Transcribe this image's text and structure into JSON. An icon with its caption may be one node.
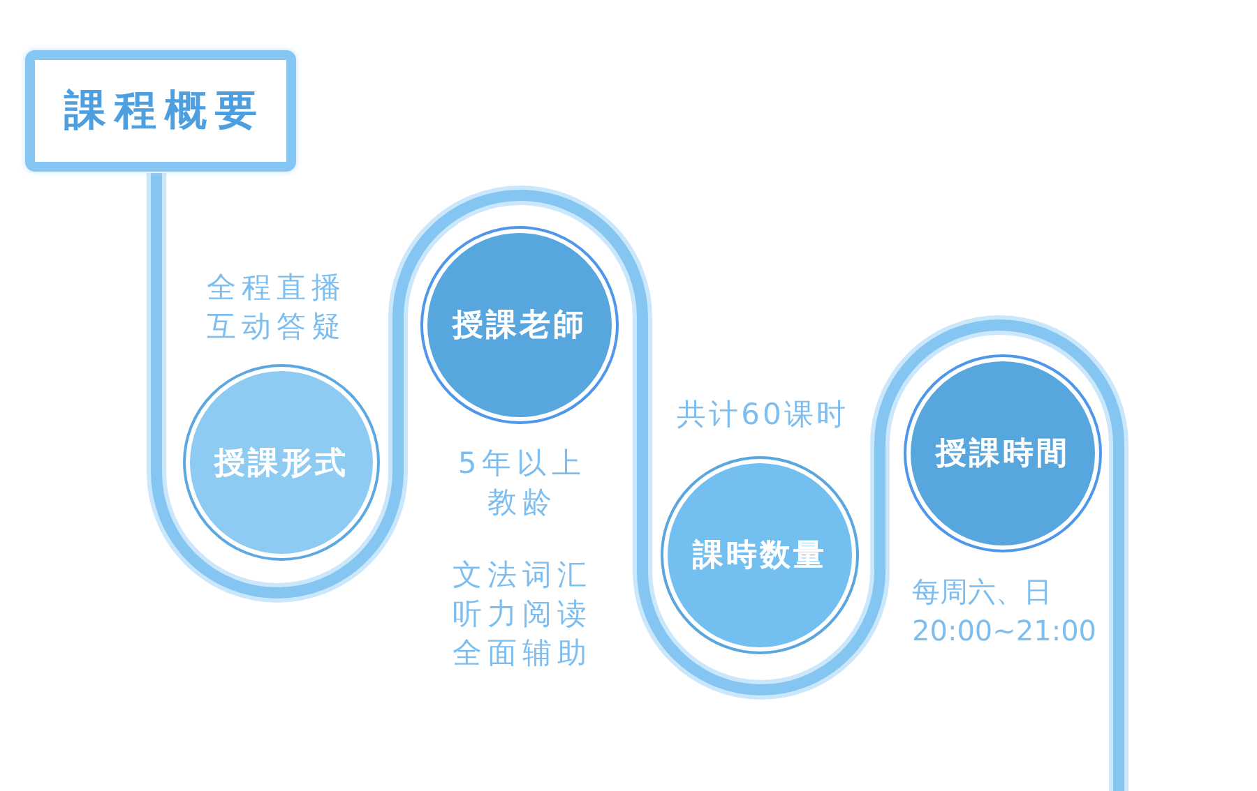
{
  "diagram": {
    "nodes": [
      {
        "text": [
          "課程概要"
        ]
      },
      {
        "text": [
          "授課形式"
        ],
        "beside": [
          "全程直播互动答疑"
        ]
      },
      {
        "text": [
          "授課老師"
        ],
        "beside": [
          "5年以上教龄",
          "文法词汇听力阅读全面辅助"
        ]
      },
      {
        "text": [
          "課時数量"
        ],
        "beside": [
          "共计60课时"
        ]
      },
      {
        "text": [
          "授課時間"
        ],
        "beside": [
          "每周六、日20:00~21:00"
        ]
      }
    ]
  }
}
